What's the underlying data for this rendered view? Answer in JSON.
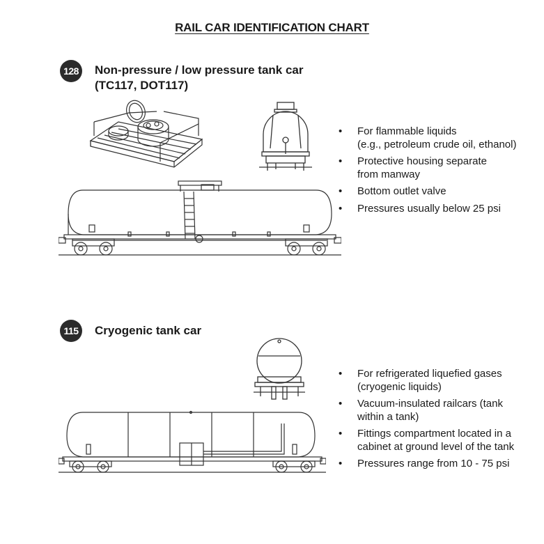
{
  "title": "RAIL CAR IDENTIFICATION CHART",
  "sections": [
    {
      "badge": "128",
      "heading_line1": "Non-pressure / low pressure tank car",
      "heading_line2": "(TC117, DOT117)",
      "bullets": [
        {
          "line1": "For flammable liquids",
          "line2": "(e.g., petroleum crude oil, ethanol)"
        },
        {
          "line1": "Protective housing separate",
          "line2": "from manway"
        },
        {
          "line1": "Bottom outlet valve",
          "line2": ""
        },
        {
          "line1": "Pressures usually below 25 psi",
          "line2": ""
        }
      ]
    },
    {
      "badge": "115",
      "heading_line1": "Cryogenic tank car",
      "bullets": [
        {
          "line1": "For refrigerated liquefied gases",
          "line2": "(cryogenic liquids)"
        },
        {
          "line1": "Vacuum-insulated railcars (tank",
          "line2": "within a tank)"
        },
        {
          "line1": "Fittings compartment located in a",
          "line2": "cabinet at ground level of the tank"
        },
        {
          "line1": "Pressures range from 10 - 75 psi",
          "line2": ""
        }
      ]
    }
  ],
  "illustrations": {
    "car128_fittings": "manway-platform-illustration",
    "car128_end": "tank-car-end-view",
    "car128_side": "tank-car-side-view",
    "car115_end": "cryogenic-car-end-view",
    "car115_side": "cryogenic-car-side-view"
  }
}
